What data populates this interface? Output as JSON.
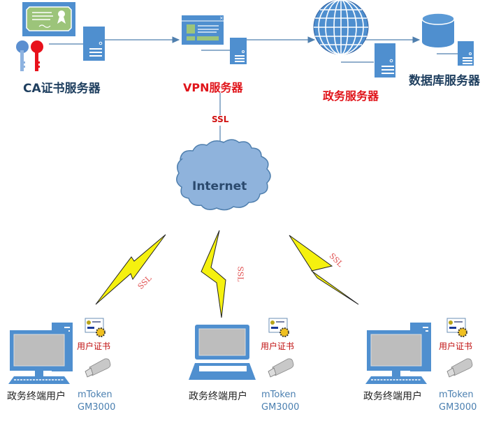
{
  "colors": {
    "blue": "#4f8fcf",
    "dark_blue_label": "#1f3f5f",
    "red_label": "#e0141a",
    "cloud_fill": "#8fb3dc",
    "cert_green": "#9cc47a",
    "bolt_yellow": "#f5f10f"
  },
  "nodes": {
    "ca": {
      "label": "CA证书服务器",
      "icons": [
        "certificate-icon",
        "blue-key-icon",
        "red-key-icon",
        "server-icon"
      ]
    },
    "vpn": {
      "label": "VPN服务器",
      "icons": [
        "browser-window-icon",
        "server-icon"
      ]
    },
    "gov": {
      "label": "政务服务器",
      "icons": [
        "globe-icon",
        "server-icon"
      ]
    },
    "db": {
      "label": "数据库服务器",
      "icons": [
        "database-icon",
        "server-icon"
      ]
    },
    "internet": {
      "label": "Internet"
    }
  },
  "links": {
    "vpn_to_internet": "SSL",
    "bolts": [
      "SSL",
      "SSL",
      "SSL"
    ]
  },
  "clients": [
    {
      "device": "desktop",
      "user_label": "政务终端用户",
      "cert_label": "用户证书",
      "token_line1": "mToken",
      "token_line2": "GM3000"
    },
    {
      "device": "laptop",
      "user_label": "政务终端用户",
      "cert_label": "用户证书",
      "token_line1": "mToken",
      "token_line2": "GM3000"
    },
    {
      "device": "desktop",
      "user_label": "政务终端用户",
      "cert_label": "用户证书",
      "token_line1": "mToken",
      "token_line2": "GM3000"
    }
  ]
}
